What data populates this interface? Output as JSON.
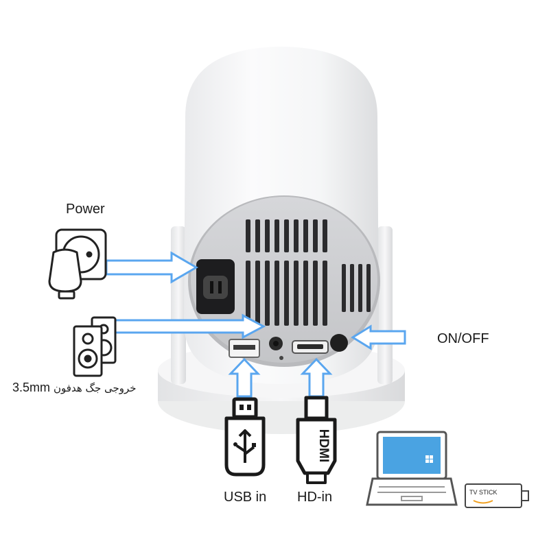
{
  "labels": {
    "power": "Power",
    "on_off": "ON/OFF",
    "audio_prefix": "3.5mm",
    "audio_text": "خروجی جگ هدفون",
    "usb": "USB in",
    "hdmi": "HD-in",
    "hdmi_plug_text": "HDMI",
    "tv_stick": "TV STICK"
  },
  "colors": {
    "arrow": "#5aa6ef",
    "body": "#f3f4f5",
    "panel": "#cfd0d3",
    "laptop_screen": "#4aa3e2"
  },
  "icons": [
    "power-outlet-icon",
    "power-plug-icon",
    "speakers-icon",
    "usb-plug-icon",
    "hdmi-plug-icon",
    "laptop-icon",
    "tv-stick-icon"
  ]
}
